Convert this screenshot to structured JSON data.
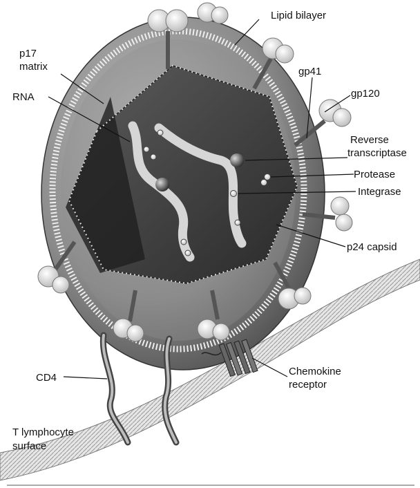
{
  "labels": {
    "lipid_bilayer": "Lipid bilayer",
    "p17_line1": "p17",
    "p17_line2": "matrix",
    "rna": "RNA",
    "gp41": "gp41",
    "gp120": "gp120",
    "reverse_transcriptase_line1": "Reverse",
    "reverse_transcriptase_line2": "transcriptase",
    "protease": "Protease",
    "integrase": "Integrase",
    "p24_capsid": "p24 capsid",
    "cd4": "CD4",
    "chemokine_line1": "Chemokine",
    "chemokine_line2": "receptor",
    "t_lymphocyte_line1": "T lymphocyte",
    "t_lymphocyte_line2": "surface"
  }
}
